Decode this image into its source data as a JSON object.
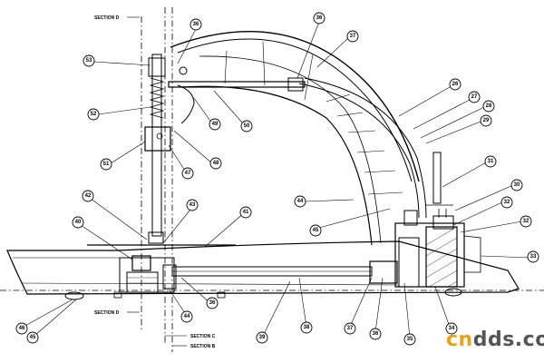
{
  "sections": {
    "section_d_top": "SECTION D",
    "section_d_bottom": "SECTION D",
    "section_c": "SECTION C",
    "section_b": "SECTION B"
  },
  "callouts": [
    "36",
    "36",
    "37",
    "53",
    "26",
    "27",
    "28",
    "29",
    "52",
    "49",
    "50",
    "51",
    "47",
    "48",
    "31",
    "30",
    "32",
    "32",
    "33",
    "44",
    "45",
    "42",
    "43",
    "41",
    "40",
    "36",
    "44",
    "37",
    "36",
    "35",
    "34",
    "39",
    "38",
    "46",
    "45"
  ],
  "watermark": {
    "brand_a": "cn",
    "brand_b": "dds.com"
  },
  "colors": {
    "ink": "#000000",
    "watermark_orange": "#e8a21a",
    "watermark_grey": "#555555"
  }
}
